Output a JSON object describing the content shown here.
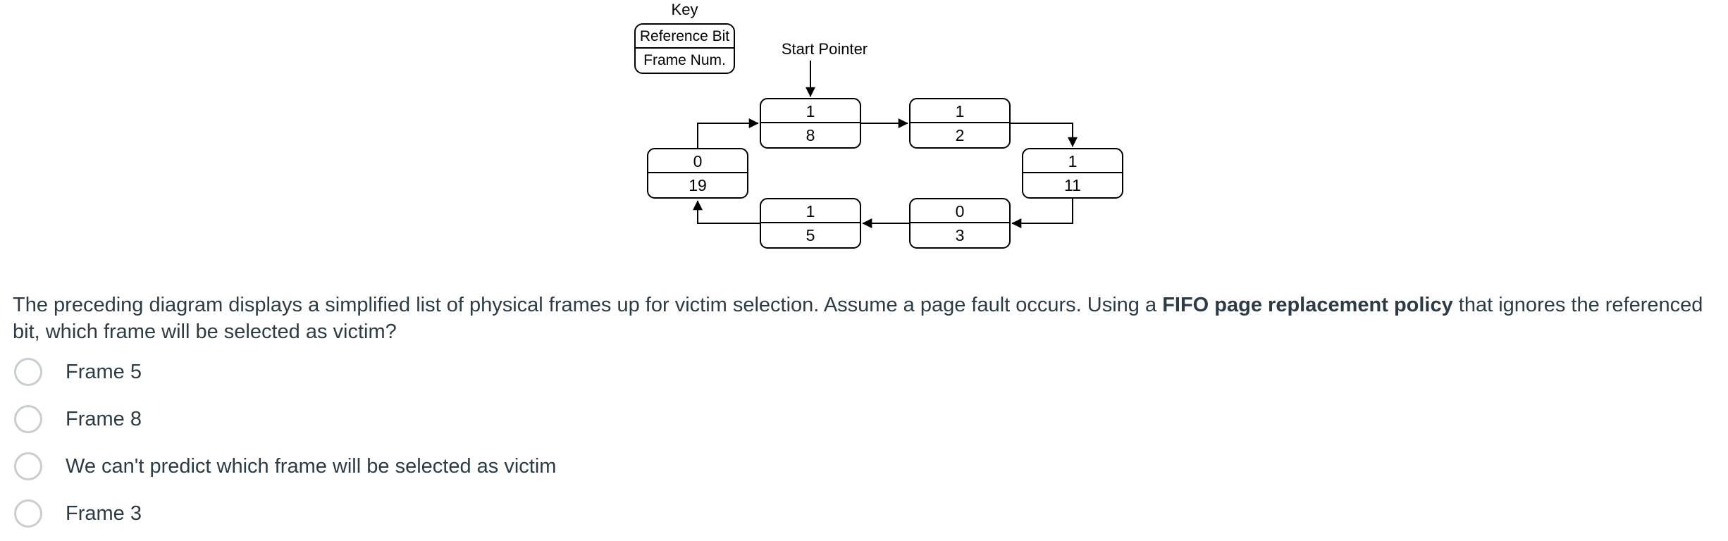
{
  "diagram": {
    "key": {
      "title": "Key",
      "row1": "Reference Bit",
      "row2": "Frame Num."
    },
    "start_pointer_label": "Start Pointer",
    "frames": [
      {
        "ref": "1",
        "num": "8"
      },
      {
        "ref": "1",
        "num": "2"
      },
      {
        "ref": "1",
        "num": "11"
      },
      {
        "ref": "0",
        "num": "19"
      },
      {
        "ref": "0",
        "num": "3"
      },
      {
        "ref": "1",
        "num": "5"
      }
    ],
    "order_cycle": [
      "19",
      "8",
      "2",
      "11",
      "3",
      "5"
    ]
  },
  "question": {
    "text_before_bold": "The preceding diagram displays a simplified list of physical frames up for victim selection. Assume a page fault occurs. Using a ",
    "bold_text": "FIFO page replacement policy",
    "text_after_bold": " that ignores the referenced bit, which frame will be selected as victim?"
  },
  "options": [
    {
      "label": "Frame 5",
      "selected": false
    },
    {
      "label": "Frame 8",
      "selected": false
    },
    {
      "label": "We can't predict which frame will be selected as victim",
      "selected": false
    },
    {
      "label": "Frame 3",
      "selected": false
    }
  ],
  "colors": {
    "question_text": "#2D3B45",
    "diagram_stroke": "#000000",
    "radio_border": "#C7CDD1",
    "background": "#FFFFFF"
  }
}
